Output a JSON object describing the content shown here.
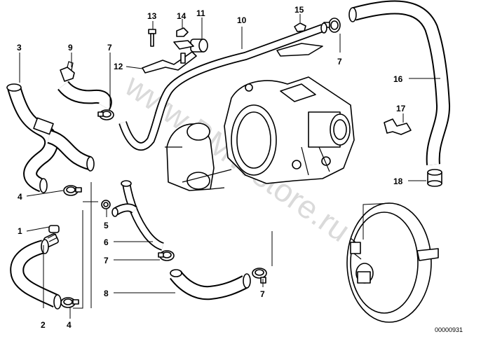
{
  "callouts": {
    "c1": "1",
    "c2": "2",
    "c3": "3",
    "c4a": "4",
    "c4b": "4",
    "c5": "5",
    "c6": "6",
    "c7a": "7",
    "c7b": "7",
    "c7c": "7",
    "c7d": "7",
    "c8": "8",
    "c9": "9",
    "c10": "10",
    "c11": "11",
    "c12": "12",
    "c13": "13",
    "c14": "14",
    "c15": "15",
    "c16": "16",
    "c17": "17",
    "c18": "18"
  },
  "doc_number": "00000931",
  "watermark": "www.BMWstore.ru"
}
